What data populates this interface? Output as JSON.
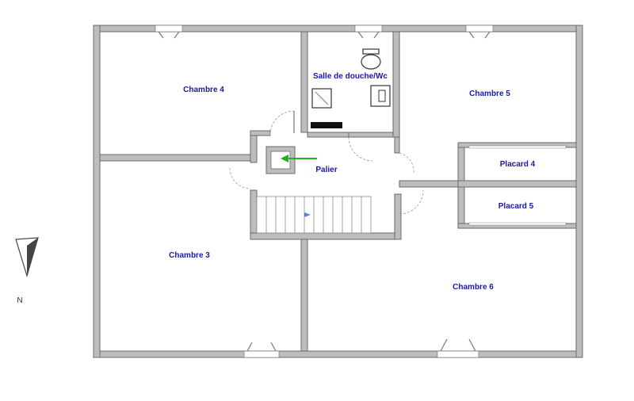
{
  "rooms": {
    "chambre4": "Chambre 4",
    "sdb": "Salle de douche/Wc",
    "chambre5": "Chambre 5",
    "palier": "Palier",
    "placard4": "Placard 4",
    "placard5": "Placard 5",
    "chambre3": "Chambre 3",
    "chambre6": "Chambre 6"
  },
  "compass": {
    "label": "N"
  },
  "colors": {
    "wall": "#bdbdbd",
    "label": "#1a1aa0",
    "arrow": "#22b022",
    "stair_arrow": "#5a7fd0"
  }
}
